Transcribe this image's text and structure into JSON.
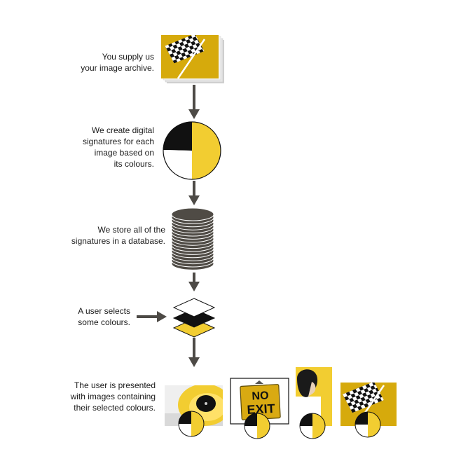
{
  "steps": [
    {
      "id": "supply",
      "lines": [
        "You supply us",
        "your image archive."
      ]
    },
    {
      "id": "signature",
      "lines": [
        "We create digital",
        "signatures for each",
        "image based on",
        "its colours."
      ]
    },
    {
      "id": "store",
      "lines": [
        "We store all of the",
        "signatures in a database."
      ]
    },
    {
      "id": "select",
      "lines": [
        "A user selects",
        "some colours."
      ]
    },
    {
      "id": "results",
      "lines": [
        "The user is presented",
        "with images containing",
        "their selected colours."
      ]
    }
  ],
  "results": [
    {
      "id": "yellow-disc",
      "icon": "vinyl-record-photo"
    },
    {
      "id": "no-exit",
      "icon": "no-exit-sign-photo",
      "sign_lines": [
        "NO",
        "EXIT"
      ]
    },
    {
      "id": "woman",
      "icon": "woman-profile-photo"
    },
    {
      "id": "flag",
      "icon": "checkered-flag-photo"
    }
  ],
  "colors": {
    "accent_yellow": "#f2cd31",
    "flag_yellow": "#d6aa0c",
    "arrow": "#4d4a46",
    "disk": "#4f4b45",
    "black": "#111111"
  }
}
